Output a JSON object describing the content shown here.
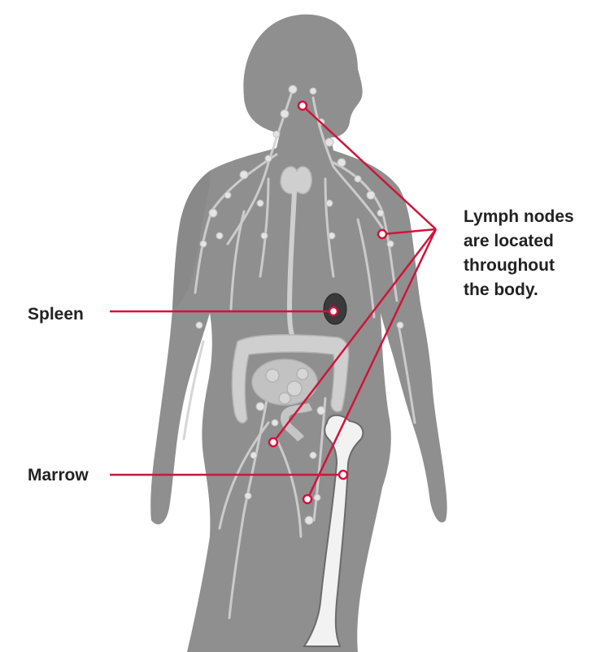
{
  "labels": {
    "spleen": "Spleen",
    "marrow": "Marrow",
    "lymph_nodes": [
      "Lymph nodes",
      "are located",
      "throughout",
      "the body."
    ]
  },
  "colors": {
    "body": "#8f8f8f",
    "body_shadow": "#7d7d7d",
    "lymph_vessel": "#d2d2d2",
    "lymph_node": "#e4e4e4",
    "organ": "#cfcfcf",
    "spleen": "#3a3a3a",
    "bone": "#f2f2f2",
    "callout_line": "#d0143c",
    "text": "#222222"
  }
}
